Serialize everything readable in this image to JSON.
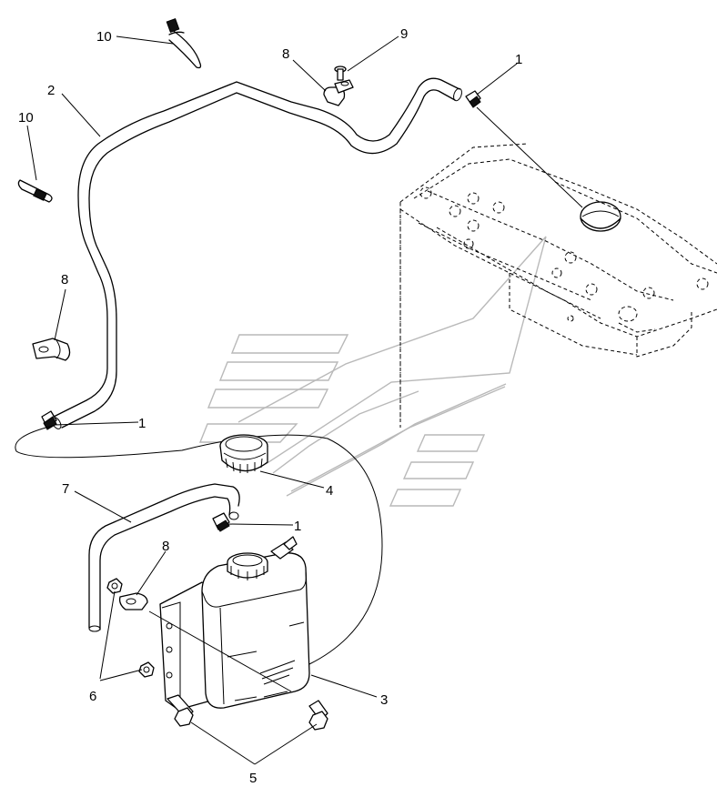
{
  "callouts": [
    {
      "id": "c10a",
      "text": "10"
    },
    {
      "id": "c10b",
      "text": "10"
    },
    {
      "id": "c2",
      "text": "2"
    },
    {
      "id": "c8a",
      "text": "8"
    },
    {
      "id": "c9",
      "text": "9"
    },
    {
      "id": "c1a",
      "text": "1"
    },
    {
      "id": "c8b",
      "text": "8"
    },
    {
      "id": "c1b",
      "text": "1"
    },
    {
      "id": "c4",
      "text": "4"
    },
    {
      "id": "c7",
      "text": "7"
    },
    {
      "id": "c1c",
      "text": "1"
    },
    {
      "id": "c8c",
      "text": "8"
    },
    {
      "id": "c6",
      "text": "6"
    },
    {
      "id": "c3",
      "text": "3"
    },
    {
      "id": "c5",
      "text": "5"
    }
  ],
  "colors": {
    "line": "#000000",
    "watermark": "#b9b9b9",
    "background": "#ffffff"
  }
}
